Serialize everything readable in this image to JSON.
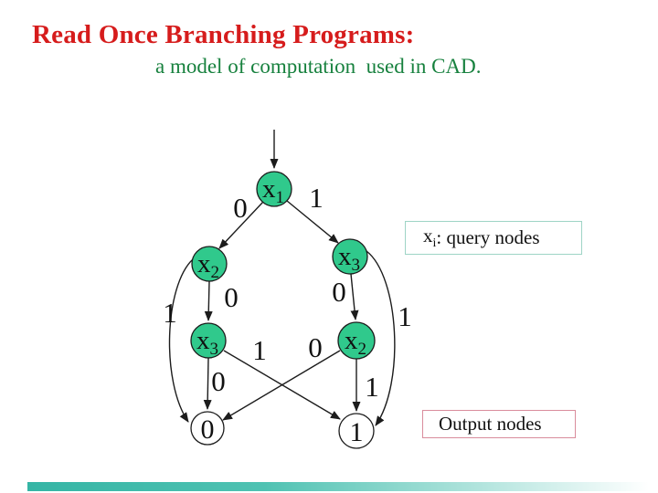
{
  "title": {
    "text": "Read Once Branching Programs:",
    "color": "#d61c1c"
  },
  "subtitle": {
    "text": "a model of computation  used in CAD.",
    "color": "#17813e"
  },
  "legend": {
    "query": {
      "var_base": "x",
      "var_sub": "i",
      "suffix": ": query nodes",
      "border_color": "#9ed4c6"
    },
    "output": {
      "label": "Output nodes",
      "border_color": "#d98c9c"
    }
  },
  "graph": {
    "node_fill": "#30c98c",
    "edge_color": "#1c1c1c",
    "query_nodes": [
      {
        "base": "x",
        "sub": "1"
      },
      {
        "base": "x",
        "sub": "2"
      },
      {
        "base": "x",
        "sub": "3"
      },
      {
        "base": "x",
        "sub": "3"
      },
      {
        "base": "x",
        "sub": "2"
      }
    ],
    "output_nodes": [
      {
        "value": "0"
      },
      {
        "value": "1"
      }
    ],
    "edge_labels": {
      "x1_to_x2": "0",
      "x1_to_x3": "1",
      "x2_to_x3": "0",
      "x3_to_x2": "0",
      "x2_curve_to_out0": "1",
      "x3_curve_to_out1": "1",
      "x3l_to_out0": "0",
      "x3l_to_out1": "1",
      "x2r_to_out0": "0",
      "x2r_to_out1": "1"
    }
  }
}
